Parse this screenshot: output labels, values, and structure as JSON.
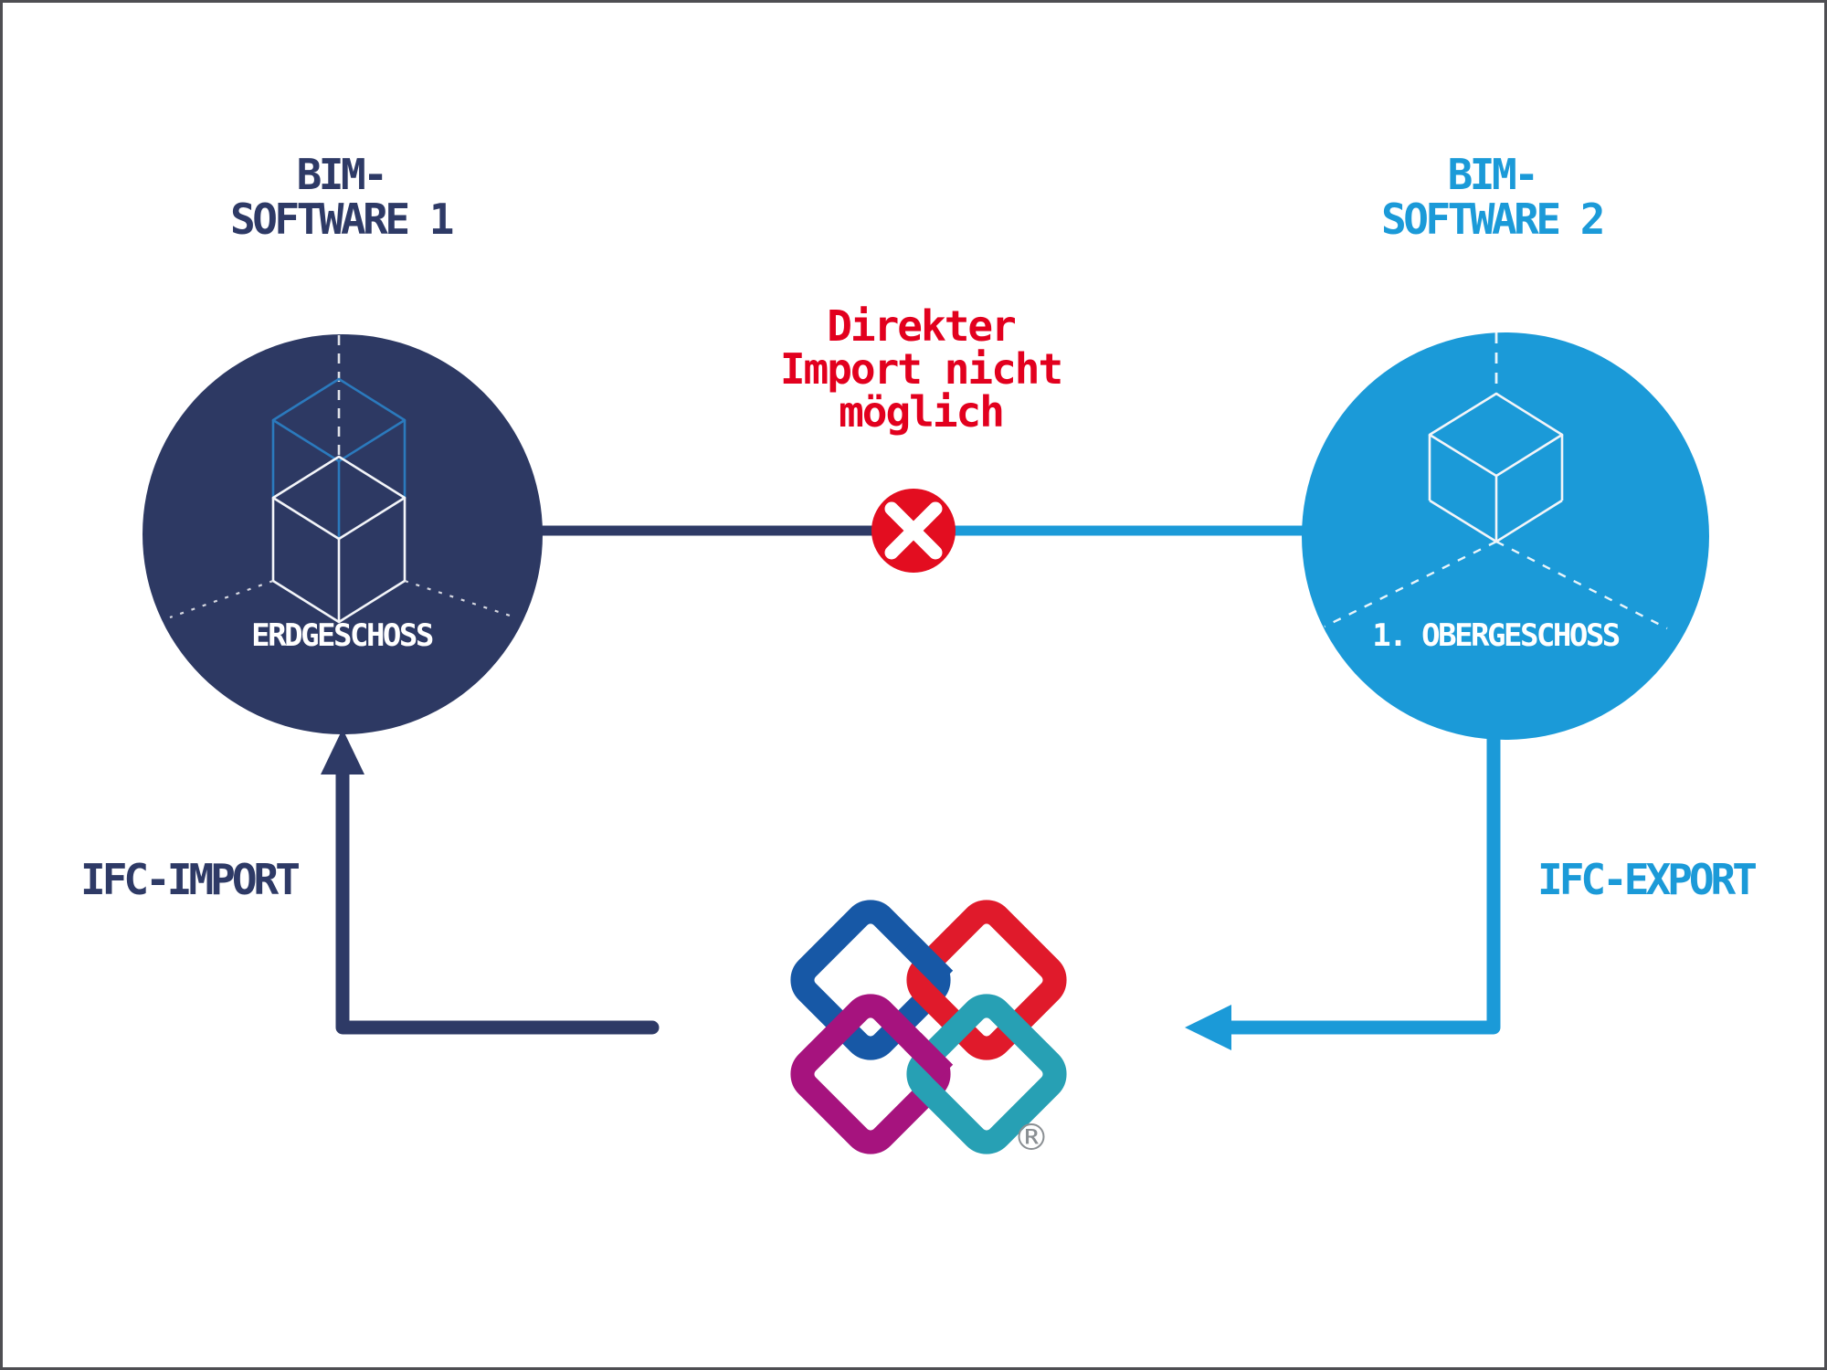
{
  "left_node": {
    "title_line1": "BIM-",
    "title_line2": "SOFTWARE 1",
    "circle_label": "ERDGESCHOSS"
  },
  "right_node": {
    "title_line1": "BIM-",
    "title_line2": "SOFTWARE 2",
    "circle_label": "1. OBERGESCHOSS"
  },
  "warning": {
    "line1": "Direkter",
    "line2": "Import nicht",
    "line3": "möglich"
  },
  "flows": {
    "import_label": "IFC-IMPORT",
    "export_label": "IFC-EXPORT"
  },
  "logo": {
    "name": "IFC interoperability logo",
    "registered_mark": "®"
  },
  "colors": {
    "navy": "#2e3a66",
    "navy_circle": "#2d3963",
    "light_blue": "#1b9ad8",
    "red_text": "#e2001e",
    "red_badge": "#e30d20",
    "cube_blue_stroke": "#2b7abd",
    "logo_blue": "#1758a6",
    "logo_red": "#e01a2b",
    "logo_magenta": "#a6137e",
    "logo_teal": "#27a0b4",
    "reg_gray": "#8a8f93"
  }
}
